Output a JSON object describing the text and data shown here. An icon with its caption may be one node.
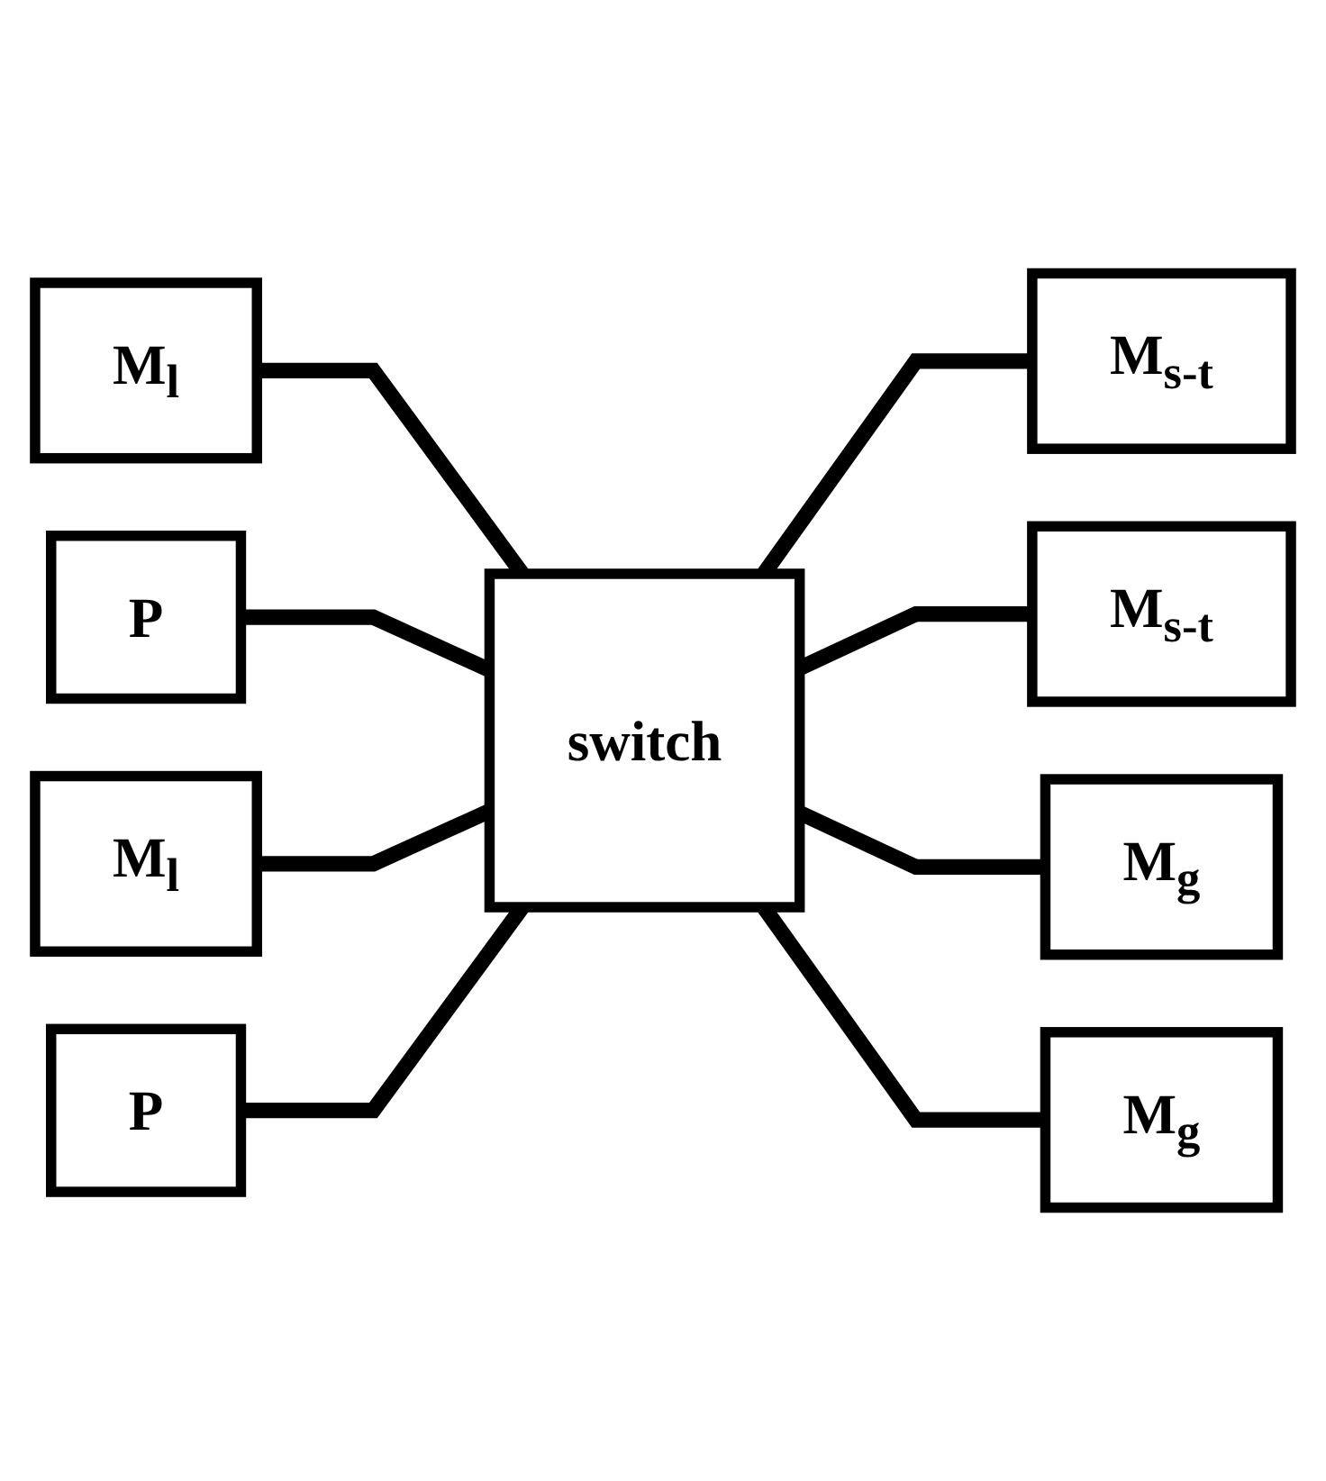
{
  "diagram": {
    "nodes": [
      {
        "text": [
          "M$_{l}$"
        ]
      },
      {
        "text": [
          "P"
        ]
      },
      {
        "text": [
          "M$_{l}$"
        ]
      },
      {
        "text": [
          "P"
        ]
      },
      {
        "text": [
          "switch"
        ]
      },
      {
        "text": [
          "M$_{s-t}$"
        ]
      },
      {
        "text": [
          "M$_{s-t}$"
        ]
      },
      {
        "text": [
          "M$_{g}$"
        ]
      },
      {
        "text": [
          "M$_{g}$"
        ]
      }
    ],
    "edges": [
      {
        "from": 0,
        "to": 4,
        "arrow": "none"
      },
      {
        "from": 1,
        "to": 4,
        "arrow": "none"
      },
      {
        "from": 2,
        "to": 4,
        "arrow": "none"
      },
      {
        "from": 3,
        "to": 4,
        "arrow": "none"
      },
      {
        "from": 4,
        "to": 5,
        "arrow": "none"
      },
      {
        "from": 4,
        "to": 6,
        "arrow": "none"
      },
      {
        "from": 4,
        "to": 7,
        "arrow": "none"
      },
      {
        "from": 4,
        "to": 8,
        "arrow": "none"
      }
    ]
  }
}
